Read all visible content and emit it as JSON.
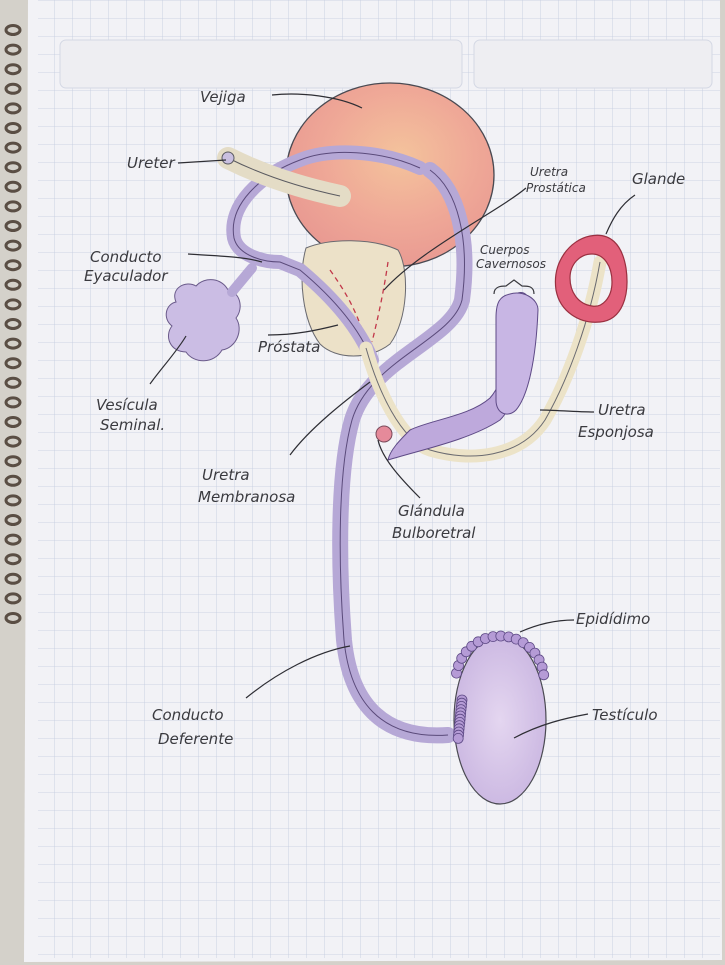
{
  "labels": {
    "vejiga": "Vejiga",
    "ureter": "Ureter",
    "uretra_prostatica_1": "Uretra",
    "uretra_prostatica_2": "Prostática",
    "glande": "Glande",
    "cuerpos_cavernosos_1": "Cuerpos",
    "cuerpos_cavernosos_2": "Cavernosos",
    "conducto_eyaculador_1": "Conducto",
    "conducto_eyaculador_2": "Eyaculador",
    "prostata": "Próstata",
    "vesicula_seminal_1": "Vesícula",
    "vesicula_seminal_2": "Seminal.",
    "uretra_esponjosa_1": "Uretra",
    "uretra_esponjosa_2": "Esponjosa",
    "uretra_membranosa_1": "Uretra",
    "uretra_membranosa_2": "Membranosa",
    "glandula_bulboretral_1": "Glándula",
    "glandula_bulboretral_2": "Bulboretral",
    "epididimo": "Epidídimo",
    "testiculo": "Testículo",
    "conducto_deferente_1": "Conducto",
    "conducto_deferente_2": "Deferente"
  },
  "colors": {
    "paper": "#f2f2f6",
    "grid": "#bcc6dc",
    "bladder": "#f0b29a",
    "duct": "#c9bfe0",
    "urethra": "#ece3c8",
    "glans": "#e2607a",
    "testis": "#d9c9ea",
    "ink": "#3a3a3f"
  }
}
